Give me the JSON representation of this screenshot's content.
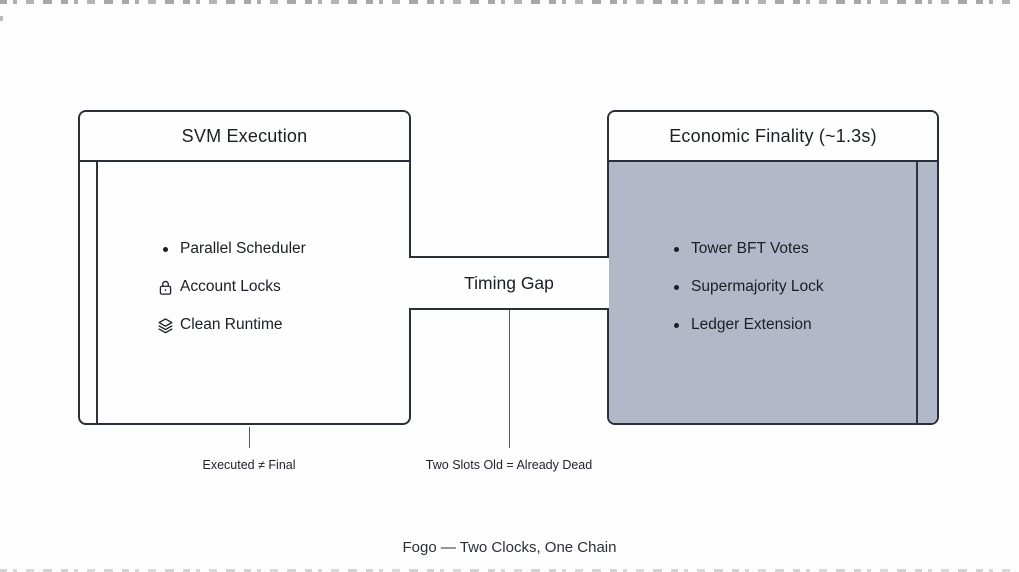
{
  "left_box": {
    "title": "SVM Execution",
    "items": [
      {
        "icon": "bullet",
        "label": "Parallel Scheduler"
      },
      {
        "icon": "lock",
        "label": "Account Locks"
      },
      {
        "icon": "layers",
        "label": "Clean Runtime"
      }
    ],
    "footnote": "Executed ≠ Final"
  },
  "right_box": {
    "title": "Economic Finality (~1.3s)",
    "items": [
      {
        "icon": "bullet",
        "label": "Tower BFT Votes"
      },
      {
        "icon": "bullet",
        "label": "Supermajority Lock"
      },
      {
        "icon": "bullet",
        "label": "Ledger Extension"
      }
    ]
  },
  "connector": {
    "label": "Timing Gap",
    "footnote": "Two Slots Old = Already Dead"
  },
  "caption": "Fogo — Two Clocks, One Chain",
  "colors": {
    "border": "#2b2f3a",
    "finality_panel_fill": "#b2b8c7",
    "background": "#fdfdfd",
    "text": "#1b1e24"
  }
}
